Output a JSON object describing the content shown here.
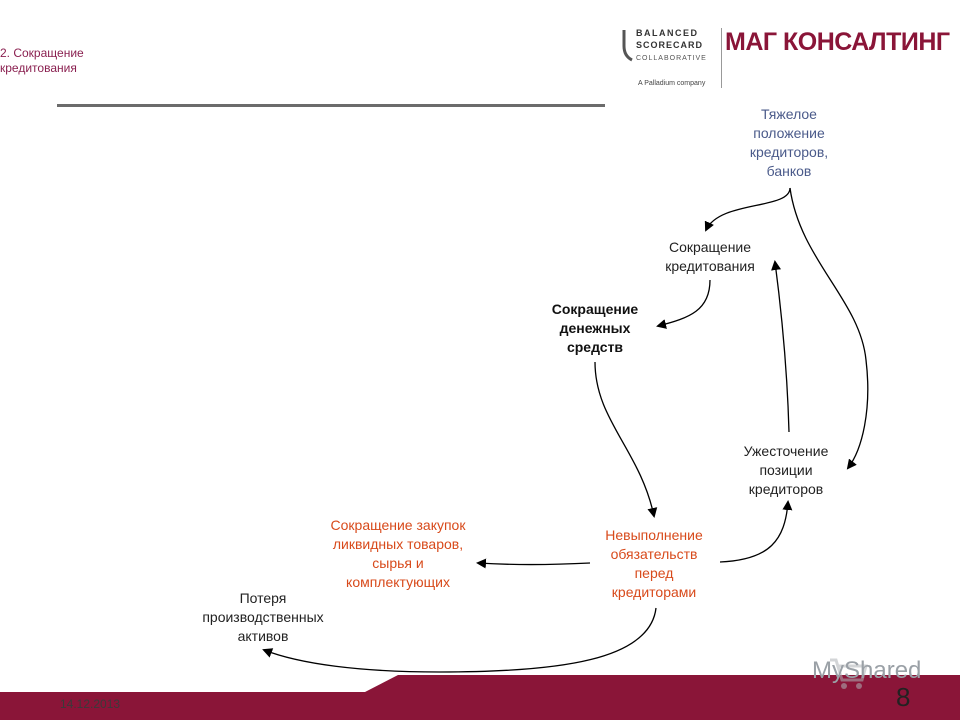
{
  "header": {
    "slide_title": "2. Сокращение кредитования",
    "bsc_logo_line1": "BALANCED",
    "bsc_logo_line2": "SCORECARD",
    "bsc_logo_line3": "COLLABORATIVE",
    "bsc_tagline": "A Palladium company",
    "brand": "МАГ КОНСАЛТИНГ"
  },
  "diagram": {
    "nodes": {
      "creditors_hard": "Тяжелое положение кредиторов, банков",
      "credit_cut": "Сокращение кредитования",
      "cash_cut": "Сокращение денежных средств",
      "tightening": "Ужесточение позиции кредиторов",
      "default": "Невыполнение обязательств перед кредиторами",
      "purchase_cut": "Сокращение закупок ликвидных товаров, сырья и комплектующих",
      "asset_loss": "Потеря производственных активов"
    }
  },
  "footer": {
    "date": "14.12.2013",
    "page_number": "8",
    "watermark": "MyShared"
  },
  "colors": {
    "brand": "#8a1538",
    "title": "#8a2050",
    "blue_text": "#4a5a8a",
    "orange_text": "#d84a1b"
  }
}
